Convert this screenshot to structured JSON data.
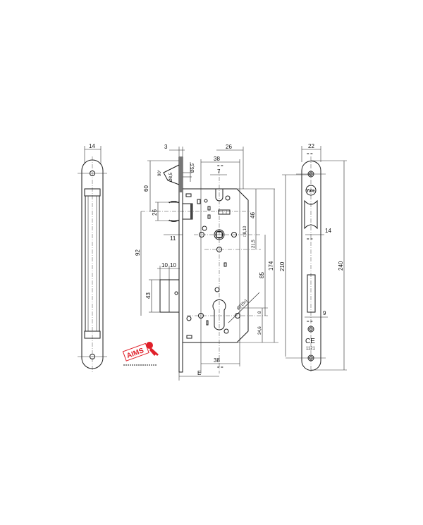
{
  "diagram": {
    "title": "Mortise lock technical dimension drawing",
    "brand_mark": "Yale",
    "certification": "CE",
    "cert_number": "1121",
    "logo_text": "AIMS",
    "logo_color": "#e0202a",
    "side_view": {
      "width_label": "14"
    },
    "lock_body": {
      "faceplate_thickness": "3",
      "screw_hole_1": "Ø5,5",
      "screw_hole_2": "Ø8,5",
      "countersink_angle": "90°",
      "top_to_latch": "60",
      "latch_height": "26",
      "latch_projection": "11",
      "latch_to_cylinder": "92",
      "bolt_throw_1": "10",
      "bolt_throw_2": "10",
      "bolt_height": "43",
      "forend_offset": "26",
      "width_top": "38",
      "slot_width": "7",
      "follower": "□8,10",
      "follower_to_top": "46",
      "follower_spacing": "21,5",
      "centre_distance": "85",
      "body_height": "174",
      "cylinder_screw": "Ø7(5x)",
      "cylinder_offset": "8",
      "cylinder_to_bottom": "34,6",
      "width_bottom": "38",
      "backset": "E"
    },
    "strike_plate": {
      "width": "22",
      "inner_width": "14",
      "hole_spacing": "210",
      "total_height": "240",
      "slot_width": "9"
    }
  }
}
